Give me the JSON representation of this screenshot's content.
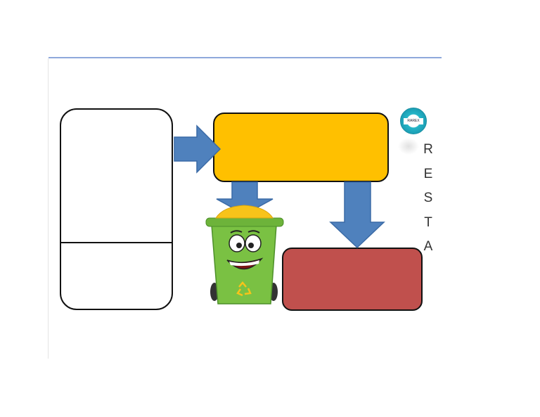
{
  "diagram": {
    "vertical_word_letters": [
      "R",
      "E",
      "S",
      "T",
      "A"
    ],
    "badge_text": "RAREX",
    "colors": {
      "yellow_box": "#FFC000",
      "red_box": "#C0504D",
      "arrow": "#4F81BD",
      "top_rule": "#8EA9DB",
      "bin_green": "#7AC143",
      "bin_lid": "#F7C31A"
    },
    "icons": [
      "recycling-bin-mascot-icon",
      "recycle-symbol-icon",
      "arrow-right-icon",
      "arrow-down-icon"
    ]
  }
}
